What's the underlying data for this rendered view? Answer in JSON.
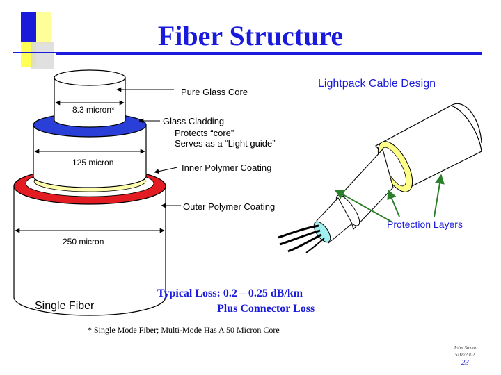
{
  "title": "Fiber Structure",
  "colors": {
    "title_blue": "#1a1adc",
    "accent_blue": "#1a1adc",
    "accent_yellow": "#ffff55",
    "cladding_blue": "#2a3fd8",
    "coating_yellow": "#ffffb0",
    "coating_red": "#e31c23",
    "label_green": "#2a7f2a",
    "protection_blue": "#1a1adc"
  },
  "fiber": {
    "core_label": "Pure Glass Core",
    "core_size": "8.3 micron*",
    "cladding_label": "Glass Cladding",
    "cladding_line1": "Protects “core”",
    "cladding_line2": "Serves as a “Light guide”",
    "cladding_size": "125 micron",
    "inner_coating_label": "Inner Polymer Coating",
    "outer_coating_label": "Outer Polymer Coating",
    "outer_size": "250 micron",
    "caption": "Single Fiber"
  },
  "cable": {
    "title": "Lightpack Cable Design",
    "protection_label": "Protection Layers"
  },
  "loss": {
    "line1": "Typical Loss: 0.2 – 0.25 dB/km",
    "line2": "Plus Connector Loss"
  },
  "footnote": "* Single Mode Fiber; Multi-Mode Has A 50 Micron Core",
  "footer": {
    "author": "John Strand",
    "date": "5/18/2002",
    "page": "23"
  }
}
